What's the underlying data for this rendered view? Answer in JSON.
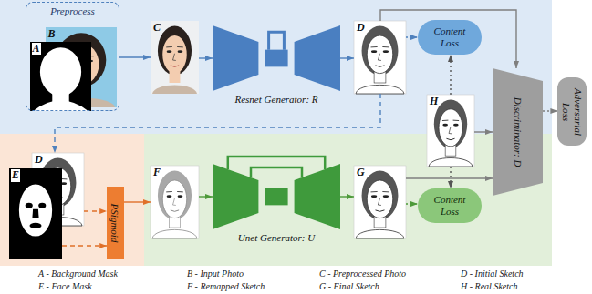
{
  "diagram": {
    "nodes": [
      {
        "text": [
          "Preprocess"
        ]
      },
      {
        "text": [
          "A"
        ],
        "in": 0
      },
      {
        "text": [
          "B"
        ],
        "in": 0
      },
      {
        "text": [
          "C"
        ]
      },
      {
        "text": [
          "Resnet Generator: R"
        ]
      },
      {
        "text": [
          "D"
        ]
      },
      {
        "text": [
          "Content Loss"
        ]
      },
      {
        "text": [
          "H"
        ]
      },
      {
        "text": [
          "Discriminator: D"
        ]
      },
      {
        "text": [
          "Adversarial Loss"
        ]
      },
      {
        "text": [
          "D"
        ]
      },
      {
        "text": [
          "E"
        ]
      },
      {
        "text": [
          "PSigmoid"
        ]
      },
      {
        "text": [
          "F"
        ]
      },
      {
        "text": [
          "Unet Generator: U"
        ]
      },
      {
        "text": [
          "G"
        ]
      },
      {
        "text": [
          "Content Loss"
        ]
      }
    ],
    "edges": [
      {
        "from": 0,
        "to": 3,
        "arrow": "to"
      },
      {
        "from": 3,
        "to": 4,
        "arrow": "to"
      },
      {
        "from": 4,
        "to": 5,
        "arrow": "to"
      },
      {
        "from": 5,
        "to": 6,
        "arrow": "to"
      },
      {
        "from": 7,
        "to": 6,
        "arrow": "to"
      },
      {
        "from": 5,
        "to": 8,
        "arrow": "to"
      },
      {
        "from": 7,
        "to": 8,
        "arrow": "to"
      },
      {
        "from": 8,
        "to": 9,
        "arrow": "to"
      },
      {
        "from": 5,
        "to": 10,
        "arrow": "to"
      },
      {
        "from": 10,
        "to": 12,
        "arrow": "to"
      },
      {
        "from": 11,
        "to": 12,
        "arrow": "to"
      },
      {
        "from": 12,
        "to": 13,
        "arrow": "to"
      },
      {
        "from": 13,
        "to": 14,
        "arrow": "to"
      },
      {
        "from": 14,
        "to": 15,
        "arrow": "to"
      },
      {
        "from": 15,
        "to": 16,
        "arrow": "to"
      },
      {
        "from": 7,
        "to": 16,
        "arrow": "to"
      },
      {
        "from": 15,
        "to": 8,
        "arrow": "to"
      }
    ],
    "labels": [
      "A - Background Mask",
      "B - Input Photo",
      "C - Preprocessed Photo",
      "D - Initial Sketch",
      "E - Face Mask",
      "F - Remapped Sketch",
      "G - Final Sketch",
      "H - Real Sketch"
    ]
  }
}
